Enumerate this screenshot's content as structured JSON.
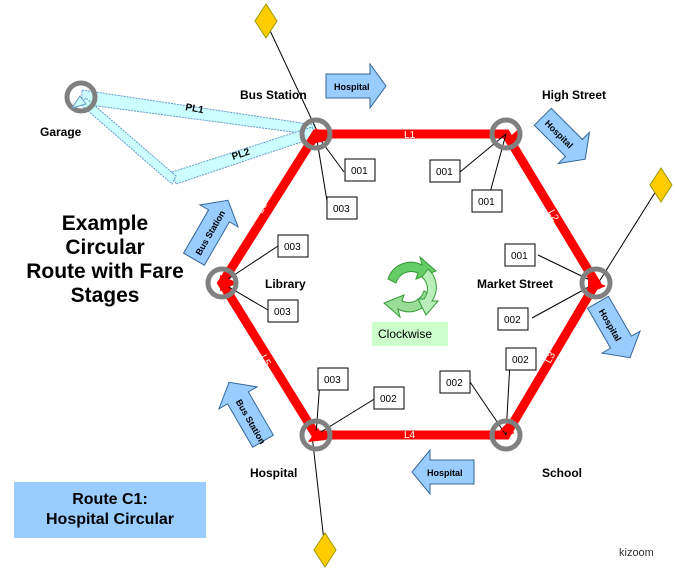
{
  "title": "Example\nCircular\nRoute with Fare\nStages",
  "route": {
    "line1": "Route C1:",
    "line2": "Hospital Circular"
  },
  "brand": "kizoom",
  "direction_label": "Clockwise",
  "stops": {
    "bus_station": "Bus Station",
    "high_street": "High Street",
    "market_street": "Market Street",
    "school": "School",
    "hospital": "Hospital",
    "library": "Library",
    "garage": "Garage"
  },
  "links": {
    "l1": "L1",
    "l2": "L2",
    "l3": "L3",
    "l4": "L4",
    "l5": "L5",
    "l6": "L6",
    "pl1": "PL1",
    "pl2": "PL2"
  },
  "fare_codes": {
    "bus_station_a": "001",
    "bus_station_b": "003",
    "high_street_a": "001",
    "high_street_b": "001",
    "market_street_a": "001",
    "market_street_b": "002",
    "school_a": "002",
    "school_b": "002",
    "hospital_a": "003",
    "hospital_b": "002",
    "library_a": "003",
    "library_b": "003"
  },
  "direction_arrows": {
    "top": "Hospital",
    "top_right": "Hospital",
    "right": "Hospital",
    "bottom": "Hospital",
    "bottom_left": "Bus Station",
    "top_left": "Bus Station"
  },
  "colors": {
    "route_red": "#ff0000",
    "stop_grey": "#808080",
    "arrow_blue": "#99ccff",
    "pl_fill": "#ccffff",
    "diamond": "#ffcc00",
    "clockwise_bg": "#ccffcc"
  }
}
